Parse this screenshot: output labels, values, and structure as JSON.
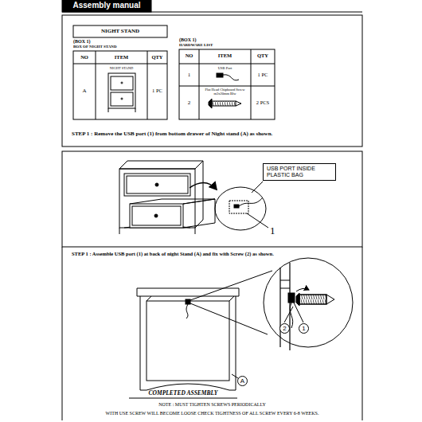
{
  "diagram": {
    "title": "Assembly manual",
    "nodes": [
      {
        "text": [
          "USB PORT INSIDE PLASTIC BAG"
        ]
      },
      {
        "text": [
          "2"
        ]
      },
      {
        "text": [
          "1"
        ]
      },
      {
        "text": [
          "A"
        ]
      }
    ],
    "labels": [
      "NIGHT STAND",
      "(BOX 1)",
      "BOX OF NIGHT STAND",
      "NO",
      "ITEM",
      "QTY",
      "A",
      "NIGHT STAND",
      "1 PC",
      "(BOX 1)",
      "HARDWARE LIST",
      "NO",
      "ITEM",
      "QTY",
      "1",
      "USB Port",
      "1 PC",
      "2",
      "Flat Head Chipboard Screw m3x20mm Blw",
      "2 PCS",
      "STEP 1 : Remove the USB port (1) from bottom drawer of Night stand (A) as shown.",
      "1",
      "STEP 1 : Assemble USB port (1) at back of night Stand (A) and fix with Screw (2) as shown.",
      "COMPLETED ASSEMBLY",
      "NOTE : MUST TIGHTEN SCREWS PERIODICALLY",
      "WITH USE SCREW WILL BECOME LOOSE CHECK TIGHTNESS OF ALL SCREW EVERY 6-8 WEEKS."
    ]
  }
}
